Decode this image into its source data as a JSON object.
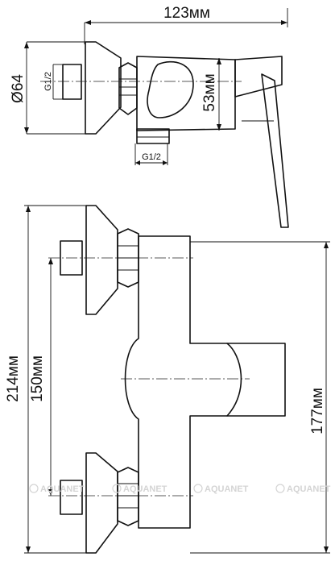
{
  "dimensions": {
    "width_top": "123мм",
    "diameter": "Ø64",
    "height_top": "53мм",
    "thread_side": "G1/2",
    "thread_bottom": "G1/2",
    "height_total": "214мм",
    "distance_centers": "150мм",
    "height_right": "177мм"
  },
  "watermark": {
    "brand": "AQUANET",
    "count": 4
  }
}
